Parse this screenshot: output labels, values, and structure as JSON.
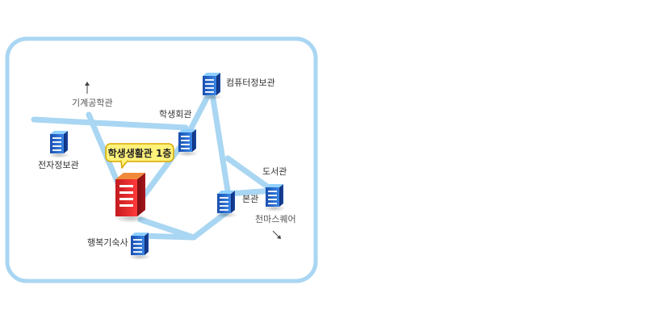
{
  "map": {
    "colors": {
      "frame": "#a9d6f2",
      "road": "#a9d6f2",
      "building_blue": "#2f6fd0",
      "building_current": "#e0262a",
      "callout_fill": "#fff27a",
      "callout_stroke": "#d9a800"
    },
    "current_location": {
      "label": "학생생활관 1층",
      "icon": "red-building-icon"
    },
    "buildings": [
      {
        "id": "computer",
        "label": "컴퓨터정보관",
        "icon": "blue-building-icon"
      },
      {
        "id": "student-hall",
        "label": "학생회관",
        "icon": "blue-building-icon"
      },
      {
        "id": "electronics",
        "label": "전자정보관",
        "icon": "blue-building-icon"
      },
      {
        "id": "library",
        "label": "도서관",
        "icon": "blue-building-icon"
      },
      {
        "id": "main",
        "label": "본관",
        "icon": "blue-building-icon"
      },
      {
        "id": "dormitory",
        "label": "행복기숙사",
        "icon": "blue-building-icon"
      }
    ],
    "directions": [
      {
        "id": "mechanical",
        "label": "기계공학관",
        "icon": "arrow-up-icon"
      },
      {
        "id": "square",
        "label": "천마스퀘어",
        "icon": "arrow-down-right-icon"
      }
    ]
  }
}
